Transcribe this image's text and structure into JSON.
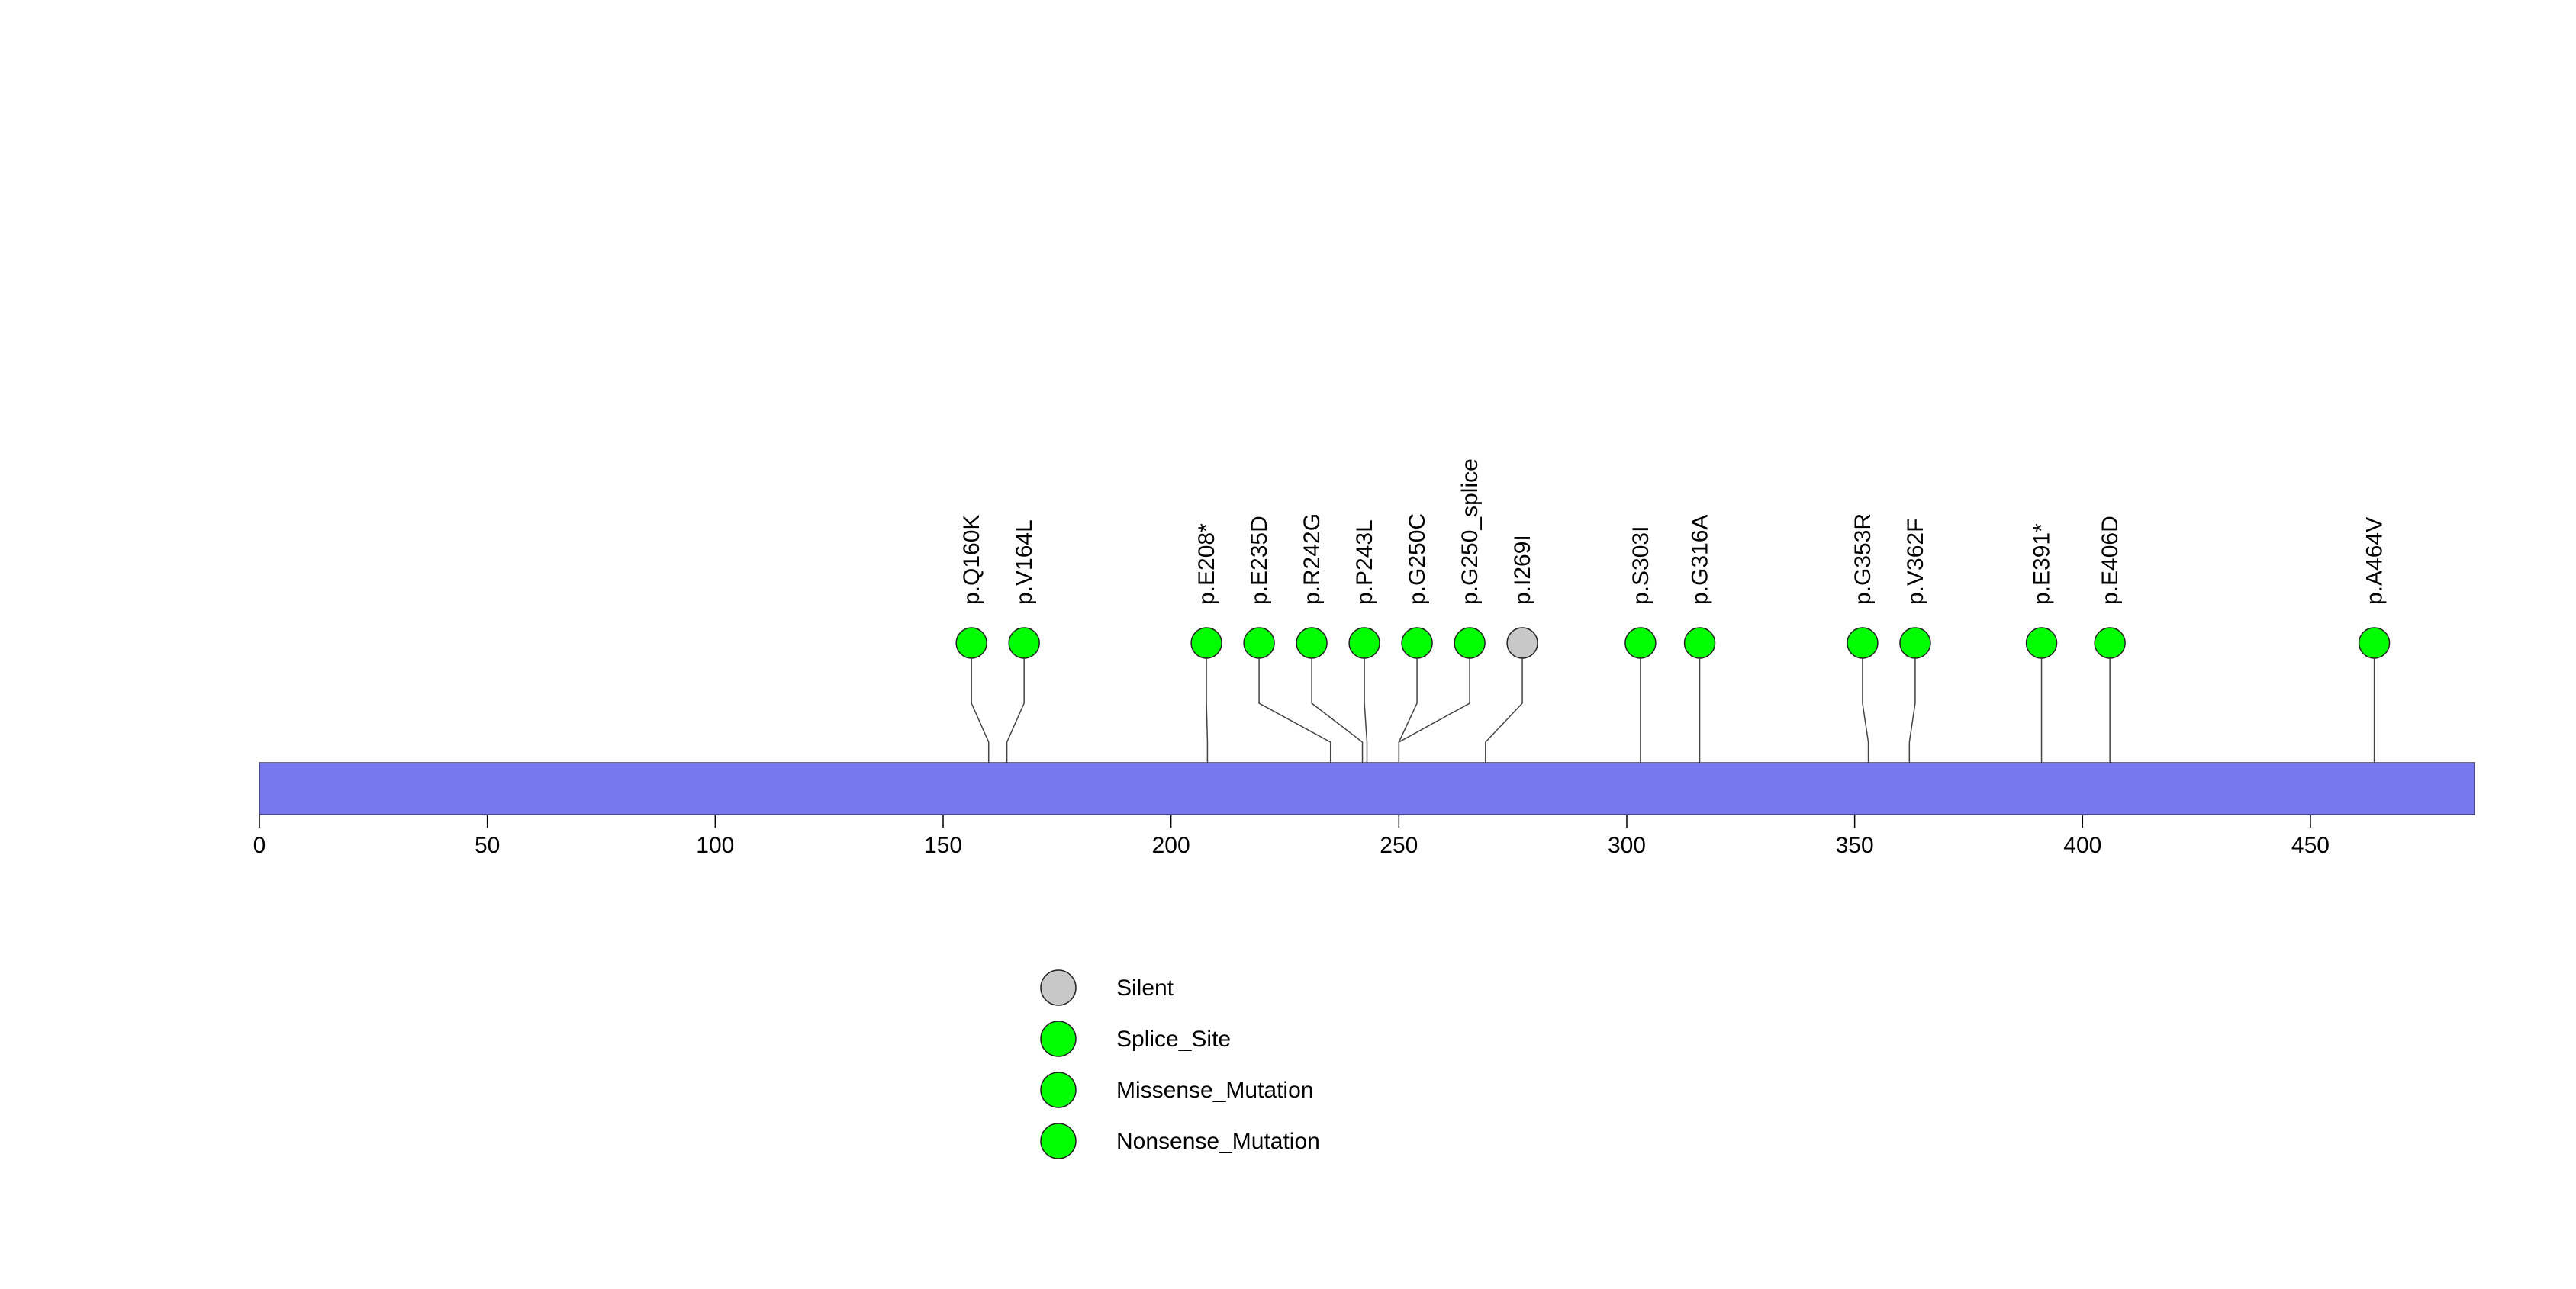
{
  "chart_data": {
    "type": "lollipop",
    "xlim": [
      0,
      486
    ],
    "ticks": [
      0,
      50,
      100,
      150,
      200,
      250,
      300,
      350,
      400,
      450
    ],
    "protein_bar": {
      "start": 0,
      "end": 486,
      "color": "#7878EE"
    },
    "mutations": [
      {
        "label": "p.Q160K",
        "position": 160,
        "category": "Missense_Mutation"
      },
      {
        "label": "p.V164L",
        "position": 164,
        "category": "Missense_Mutation"
      },
      {
        "label": "p.E208*",
        "position": 208,
        "category": "Nonsense_Mutation"
      },
      {
        "label": "p.E235D",
        "position": 235,
        "category": "Missense_Mutation"
      },
      {
        "label": "p.R242G",
        "position": 242,
        "category": "Missense_Mutation"
      },
      {
        "label": "p.P243L",
        "position": 243,
        "category": "Missense_Mutation"
      },
      {
        "label": "p.G250C",
        "position": 250,
        "category": "Missense_Mutation"
      },
      {
        "label": "p.G250_splice",
        "position": 250,
        "category": "Splice_Site"
      },
      {
        "label": "p.I269I",
        "position": 269,
        "category": "Silent"
      },
      {
        "label": "p.S303I",
        "position": 303,
        "category": "Missense_Mutation"
      },
      {
        "label": "p.G316A",
        "position": 316,
        "category": "Missense_Mutation"
      },
      {
        "label": "p.G353R",
        "position": 353,
        "category": "Missense_Mutation"
      },
      {
        "label": "p.V362F",
        "position": 362,
        "category": "Missense_Mutation"
      },
      {
        "label": "p.E391*",
        "position": 391,
        "category": "Nonsense_Mutation"
      },
      {
        "label": "p.E406D",
        "position": 406,
        "category": "Missense_Mutation"
      },
      {
        "label": "p.A464V",
        "position": 464,
        "category": "Missense_Mutation"
      }
    ],
    "legend": [
      {
        "label": "Silent",
        "color": "#C8C8C8"
      },
      {
        "label": "Splice_Site",
        "color": "#00FF00"
      },
      {
        "label": "Missense_Mutation",
        "color": "#00FF00"
      },
      {
        "label": "Nonsense_Mutation",
        "color": "#00FF00"
      }
    ],
    "category_colors": {
      "Silent": "#C8C8C8",
      "Splice_Site": "#00FF00",
      "Missense_Mutation": "#00FF00",
      "Nonsense_Mutation": "#00FF00"
    }
  }
}
